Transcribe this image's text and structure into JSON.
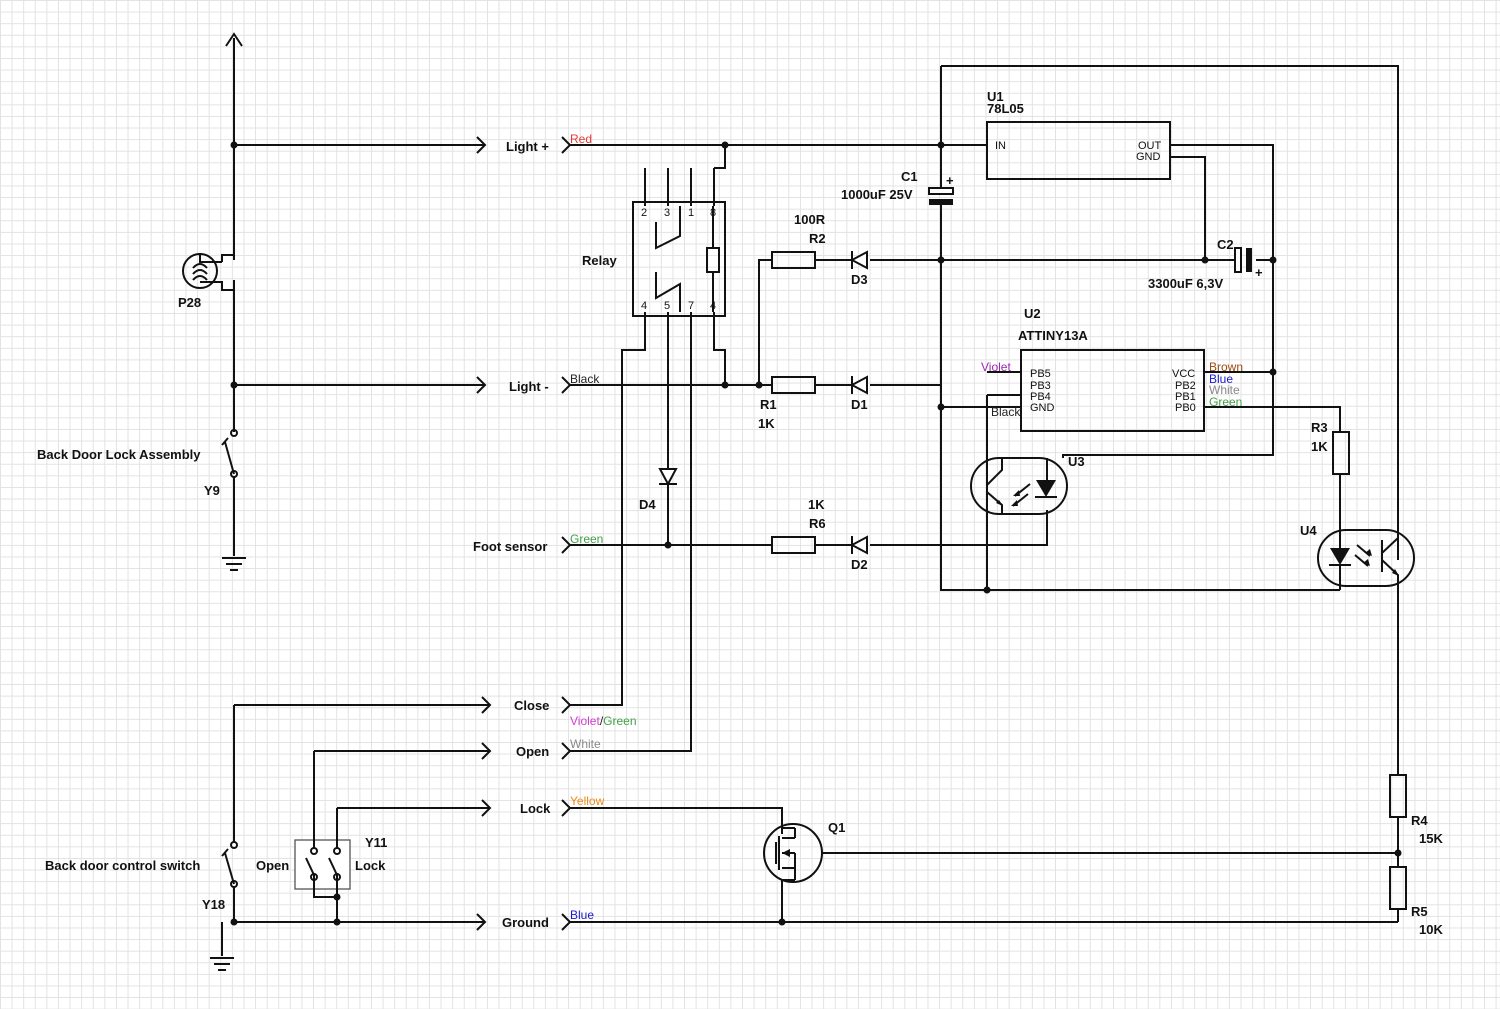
{
  "labels": {
    "p28": "P28",
    "back_door_lock": "Back Door Lock Assembly",
    "y9": "Y9",
    "light_plus": "Light +",
    "light_minus": "Light -",
    "foot_sensor": "Foot sensor",
    "close": "Close",
    "open": "Open",
    "lock": "Lock",
    "ground": "Ground",
    "back_door_control": "Back door control switch",
    "y18": "Y18",
    "y11": "Y11",
    "y11_open": "Open",
    "y11_lock": "Lock",
    "relay": "Relay",
    "d4": "D4",
    "r2_value": "100R",
    "r2": "R2",
    "d3": "D3",
    "r1": "R1",
    "r1_value": "1K",
    "d1": "D1",
    "r6_value": "1K",
    "r6": "R6",
    "d2": "D2",
    "u1": "U1",
    "u1_part": "78L05",
    "u1_in": "IN",
    "u1_out": "OUT",
    "u1_gnd": "GND",
    "c1": "C1",
    "c1_value": "1000uF 25V",
    "c2": "C2",
    "c2_value": "3300uF 6,3V",
    "u2": "U2",
    "u2_part": "ATTINY13A",
    "pb5": "PB5",
    "pb3": "PB3",
    "pb4": "PB4",
    "gnd": "GND",
    "vcc": "VCC",
    "pb2": "PB2",
    "pb1": "PB1",
    "pb0": "PB0",
    "u3": "U3",
    "u4": "U4",
    "r3": "R3",
    "r3_value": "1K",
    "q1": "Q1",
    "r4": "R4",
    "r4_value": "15K",
    "r5": "R5",
    "r5_value": "10K",
    "plus": "+",
    "plus2": "+",
    "relay_pins": [
      "2",
      "3",
      "1",
      "8",
      "4",
      "5",
      "7",
      "4"
    ]
  },
  "wire_colors": {
    "red": "Red",
    "black": "Black",
    "green": "Green",
    "violet": "Violet",
    "violet_green_a": "Violet",
    "violet_green_sep": "/",
    "violet_green_b": "Green",
    "white": "White",
    "yellow": "Yellow",
    "blue": "Blue",
    "brown": "Brown",
    "blue2": "Blue",
    "white2": "White",
    "green2": "Green",
    "black2": "Black"
  },
  "colors": {
    "red": "#e53935",
    "black": "#222222",
    "green": "#43a047",
    "violet": "#9c27b0",
    "magenta": "#d040d0",
    "white_wire": "#888888",
    "yellow": "#ef8a1a",
    "blue": "#1a1ad0",
    "brown": "#9a4a14"
  }
}
